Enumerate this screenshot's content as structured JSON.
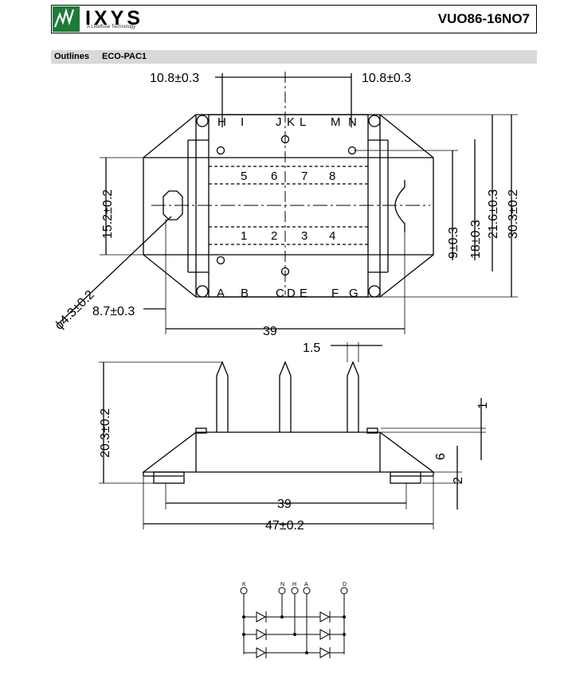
{
  "header": {
    "brand": "IXYS",
    "tagline": "A Littelfuse Technology",
    "part_number": "VUO86-16NO7"
  },
  "section": {
    "label": "Outlines",
    "package": "ECO-PAC1"
  },
  "top_view": {
    "pins_top": [
      "H",
      "I",
      "J",
      "K",
      "L",
      "M",
      "N"
    ],
    "pins_bottom": [
      "A",
      "B",
      "C",
      "D",
      "E",
      "F",
      "G"
    ],
    "row_upper": [
      "5",
      "6",
      "7",
      "8"
    ],
    "row_lower": [
      "1",
      "2",
      "3",
      "4"
    ],
    "dims": {
      "top_left": "10.8±0.3",
      "top_right": "10.8±0.3",
      "left_height": "15.2±0.2",
      "hole": "ϕ4.3±0.2",
      "hole_offset": "8.7±0.3",
      "width": "39",
      "r1": "9±0.3",
      "r2": "18±0.3",
      "r3": "21.6±0.3",
      "r4": "30.3±0.2"
    }
  },
  "side_view": {
    "dims": {
      "pin_width": "1.5",
      "height": "20.3±0.2",
      "d1": "1",
      "d6": "6",
      "d2": "2",
      "inner": "39",
      "outer": "47±0.2"
    }
  },
  "schematic": {
    "terminals": [
      "K",
      "N",
      "H",
      "A",
      "D"
    ]
  }
}
